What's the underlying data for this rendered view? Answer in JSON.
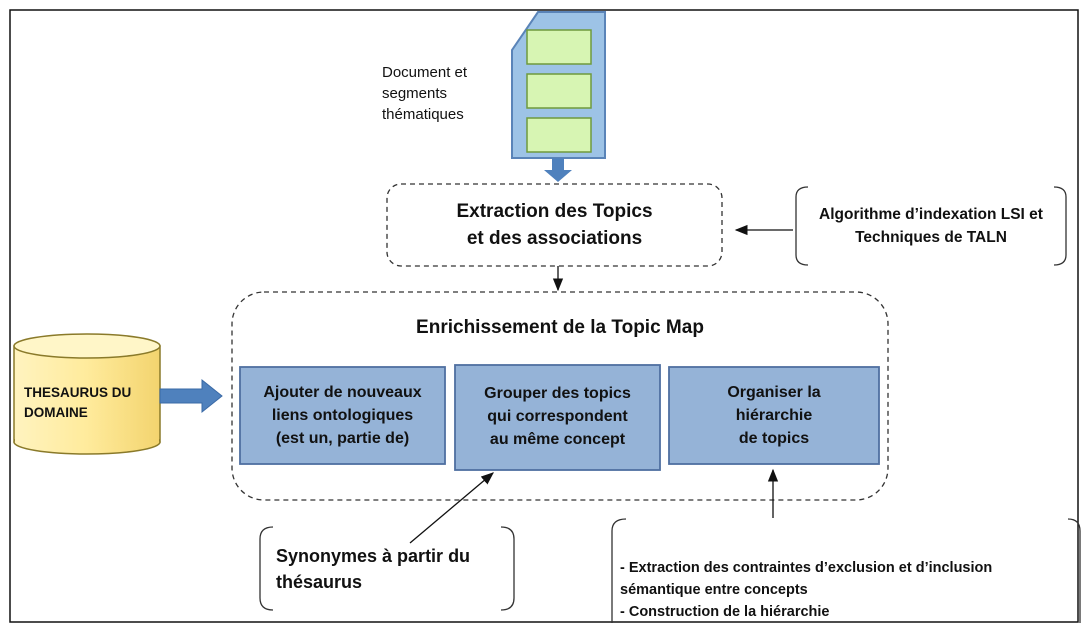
{
  "document": {
    "label_lines": [
      "Document et",
      "segments",
      "thématiques"
    ]
  },
  "extraction": {
    "line1": "Extraction des Topics",
    "line2": "et des associations"
  },
  "algorithm": {
    "line1": "Algorithme d’indexation LSI et",
    "line2": "Techniques de TALN"
  },
  "enrichment": {
    "title": "Enrichissement de la Topic Map"
  },
  "thesaurus": {
    "line1": "THESAURUS DU",
    "line2": "DOMAINE"
  },
  "boxes": [
    {
      "lines": [
        "Ajouter de nouveaux",
        "liens ontologiques",
        "(est un, partie de)"
      ]
    },
    {
      "lines": [
        "Grouper des topics",
        "qui correspondent",
        "au même concept"
      ]
    },
    {
      "lines": [
        "Organiser la",
        "hiérarchie",
        "de topics"
      ]
    }
  ],
  "synonymes": {
    "line1": "Synonymes à partir du",
    "line2": "thésaurus"
  },
  "constraints": {
    "line1": "- Extraction des contraintes d’exclusion et d’inclusion",
    "line2": "sémantique entre concepts",
    "line3": "- Construction de la hiérarchie"
  },
  "colors": {
    "box_fill": "#95b3d7",
    "box_stroke": "#4f6fa0",
    "doc_fill": "#9dc3e6",
    "segment_fill": "#d7f5b3",
    "db_fill": "#ffeb9c",
    "db_stroke": "#8a7a2a",
    "arrow_blue": "#4f81bd"
  }
}
